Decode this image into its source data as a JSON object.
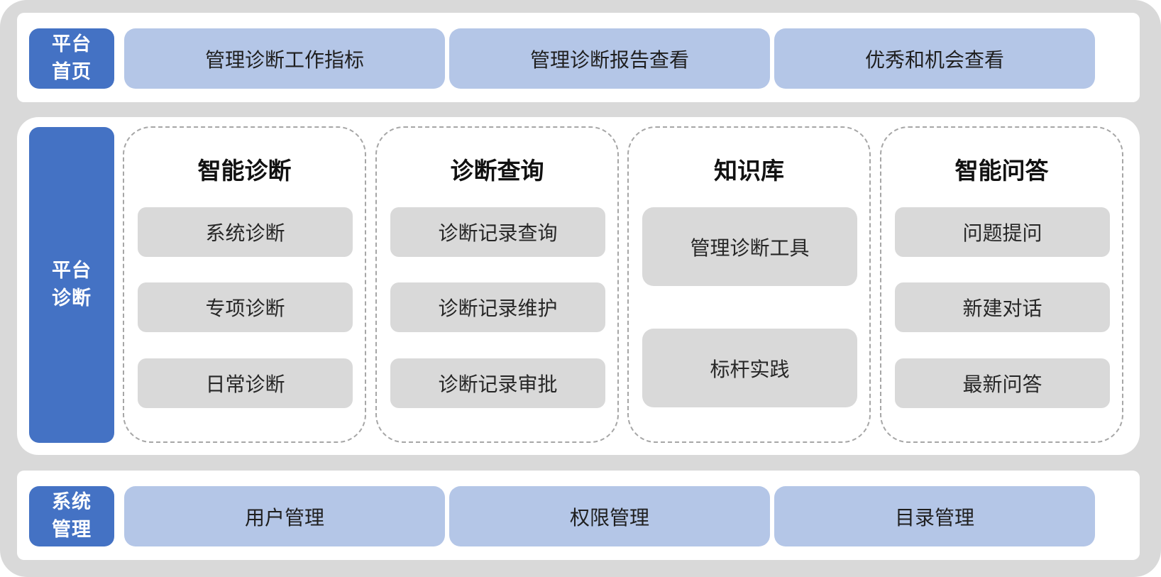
{
  "top": {
    "label_line1": "平台",
    "label_line2": "首页",
    "tiles": [
      "管理诊断工作指标",
      "管理诊断报告查看",
      "优秀和机会查看"
    ]
  },
  "middle": {
    "label_line1": "平台",
    "label_line2": "诊断",
    "columns": [
      {
        "title": "智能诊断",
        "items": [
          "系统诊断",
          "专项诊断",
          "日常诊断"
        ]
      },
      {
        "title": "诊断查询",
        "items": [
          "诊断记录查询",
          "诊断记录维护",
          "诊断记录审批"
        ]
      },
      {
        "title": "知识库",
        "items": [
          "管理诊断工具",
          "标杆实践"
        ]
      },
      {
        "title": "智能问答",
        "items": [
          "问题提问",
          "新建对话",
          "最新问答"
        ]
      }
    ]
  },
  "bottom": {
    "label_line1": "系统",
    "label_line2": "管理",
    "tiles": [
      "用户管理",
      "权限管理",
      "目录管理"
    ]
  },
  "colors": {
    "frame": "#d9d9d9",
    "section_label": "#4472c4",
    "tile": "#b4c6e7",
    "item": "#d9d9d9",
    "dashed_border": "#a6a6a6"
  }
}
